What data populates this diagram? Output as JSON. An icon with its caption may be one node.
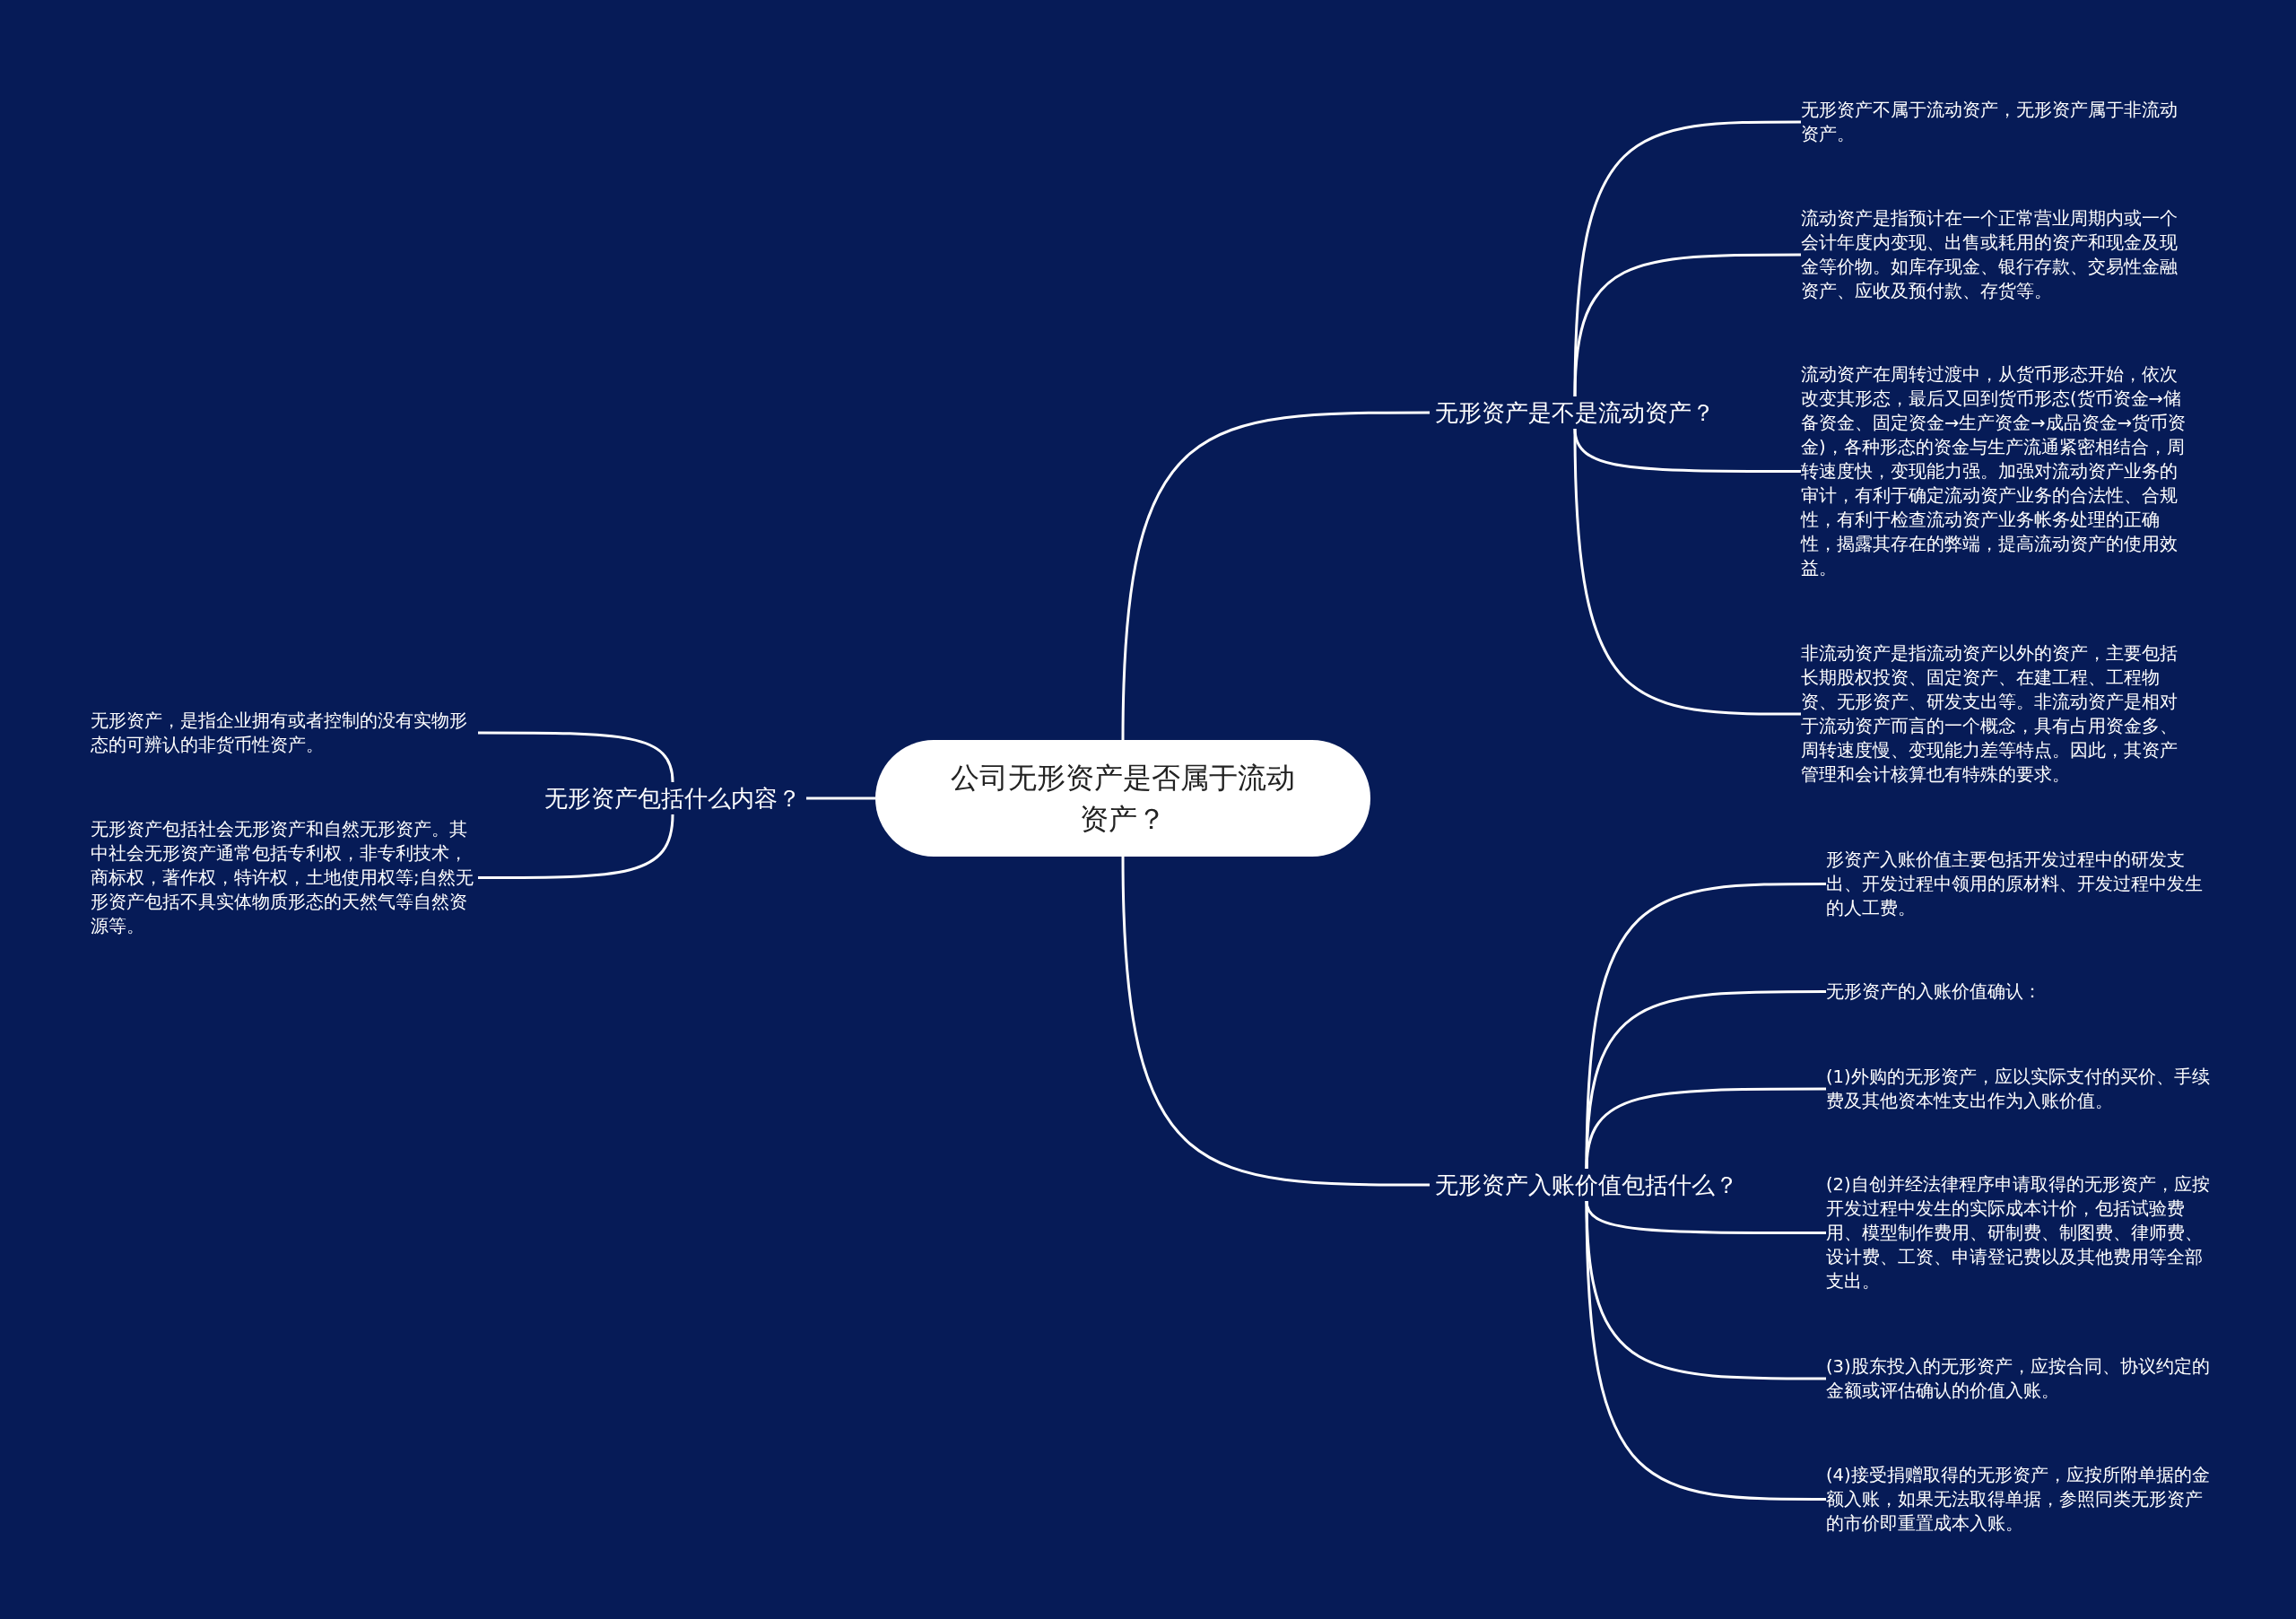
{
  "diagram": {
    "nodes": [
      {
        "text": [
          "公司无形资产是否属于流动资产？"
        ]
      },
      {
        "text": [
          "无形资产包括什么内容？"
        ]
      },
      {
        "text": [
          "无形资产，是指企业拥有或者控制的没有实物形态的可辨认的非货币性资产。"
        ]
      },
      {
        "text": [
          "无形资产包括社会无形资产和自然无形资产。其中社会无形资产通常包括专利权，非专利技术，商标权，著作权，特许权，土地使用权等;自然无形资产包括不具实体物质形态的天然气等自然资源等。"
        ]
      },
      {
        "text": [
          "无形资产是不是流动资产？"
        ]
      },
      {
        "text": [
          "无形资产不属于流动资产，无形资产属于非流动资产。"
        ]
      },
      {
        "text": [
          "流动资产是指预计在一个正常营业周期内或一个会计年度内变现、出售或耗用的资产和现金及现金等价物。如库存现金、银行存款、交易性金融资产、应收及预付款、存货等。"
        ]
      },
      {
        "text": [
          "流动资产在周转过渡中，从货币形态开始，依次改变其形态，最后又回到货币形态(货币资金→储备资金、固定资金→生产资金→成品资金→货币资金)，各种形态的资金与生产流通紧密相结合，周转速度快，变现能力强。加强对流动资产业务的审计，有利于确定流动资产业务的合法性、合规性，有利于检查流动资产业务帐务处理的正确性，揭露其存在的弊端，提高流动资产的使用效益。"
        ]
      },
      {
        "text": [
          "非流动资产是指流动资产以外的资产，主要包括长期股权投资、固定资产、在建工程、工程物资、无形资产、研发支出等。非流动资产是相对于流动资产而言的一个概念，具有占用资金多、周转速度慢、变现能力差等特点。因此，其资产管理和会计核算也有特殊的要求。"
        ]
      },
      {
        "text": [
          "无形资产入账价值包括什么？"
        ]
      },
      {
        "text": [
          "形资产入账价值主要包括开发过程中的研发支出、开发过程中领用的原材料、开发过程中发生的人工费。"
        ]
      },
      {
        "text": [
          "无形资产的入账价值确认："
        ]
      },
      {
        "text": [
          "(1)外购的无形资产，应以实际支付的买价、手续费及其他资本性支出作为入账价值。"
        ]
      },
      {
        "text": [
          "(2)自创并经法律程序申请取得的无形资产，应按开发过程中发生的实际成本计价，包括试验费用、模型制作费用、研制费、制图费、律师费、设计费、工资、申请登记费以及其他费用等全部支出。"
        ]
      },
      {
        "text": [
          "(3)股东投入的无形资产，应按合同、协议约定的金额或评估确认的价值入账。"
        ]
      },
      {
        "text": [
          "(4)接受捐赠取得的无形资产，应按所附单据的金额入账，如果无法取得单据，参照同类无形资产的市价即重置成本入账。"
        ]
      }
    ],
    "edges": [
      {
        "from": 0,
        "to": 1,
        "arrow": "none"
      },
      {
        "from": 1,
        "to": 2,
        "arrow": "none"
      },
      {
        "from": 1,
        "to": 3,
        "arrow": "none"
      },
      {
        "from": 0,
        "to": 4,
        "arrow": "none"
      },
      {
        "from": 4,
        "to": 5,
        "arrow": "none"
      },
      {
        "from": 4,
        "to": 6,
        "arrow": "none"
      },
      {
        "from": 4,
        "to": 7,
        "arrow": "none"
      },
      {
        "from": 4,
        "to": 8,
        "arrow": "none"
      },
      {
        "from": 0,
        "to": 9,
        "arrow": "none"
      },
      {
        "from": 9,
        "to": 10,
        "arrow": "none"
      },
      {
        "from": 9,
        "to": 11,
        "arrow": "none"
      },
      {
        "from": 9,
        "to": 12,
        "arrow": "none"
      },
      {
        "from": 9,
        "to": 13,
        "arrow": "none"
      },
      {
        "from": 9,
        "to": 14,
        "arrow": "none"
      },
      {
        "from": 9,
        "to": 15,
        "arrow": "none"
      }
    ]
  }
}
